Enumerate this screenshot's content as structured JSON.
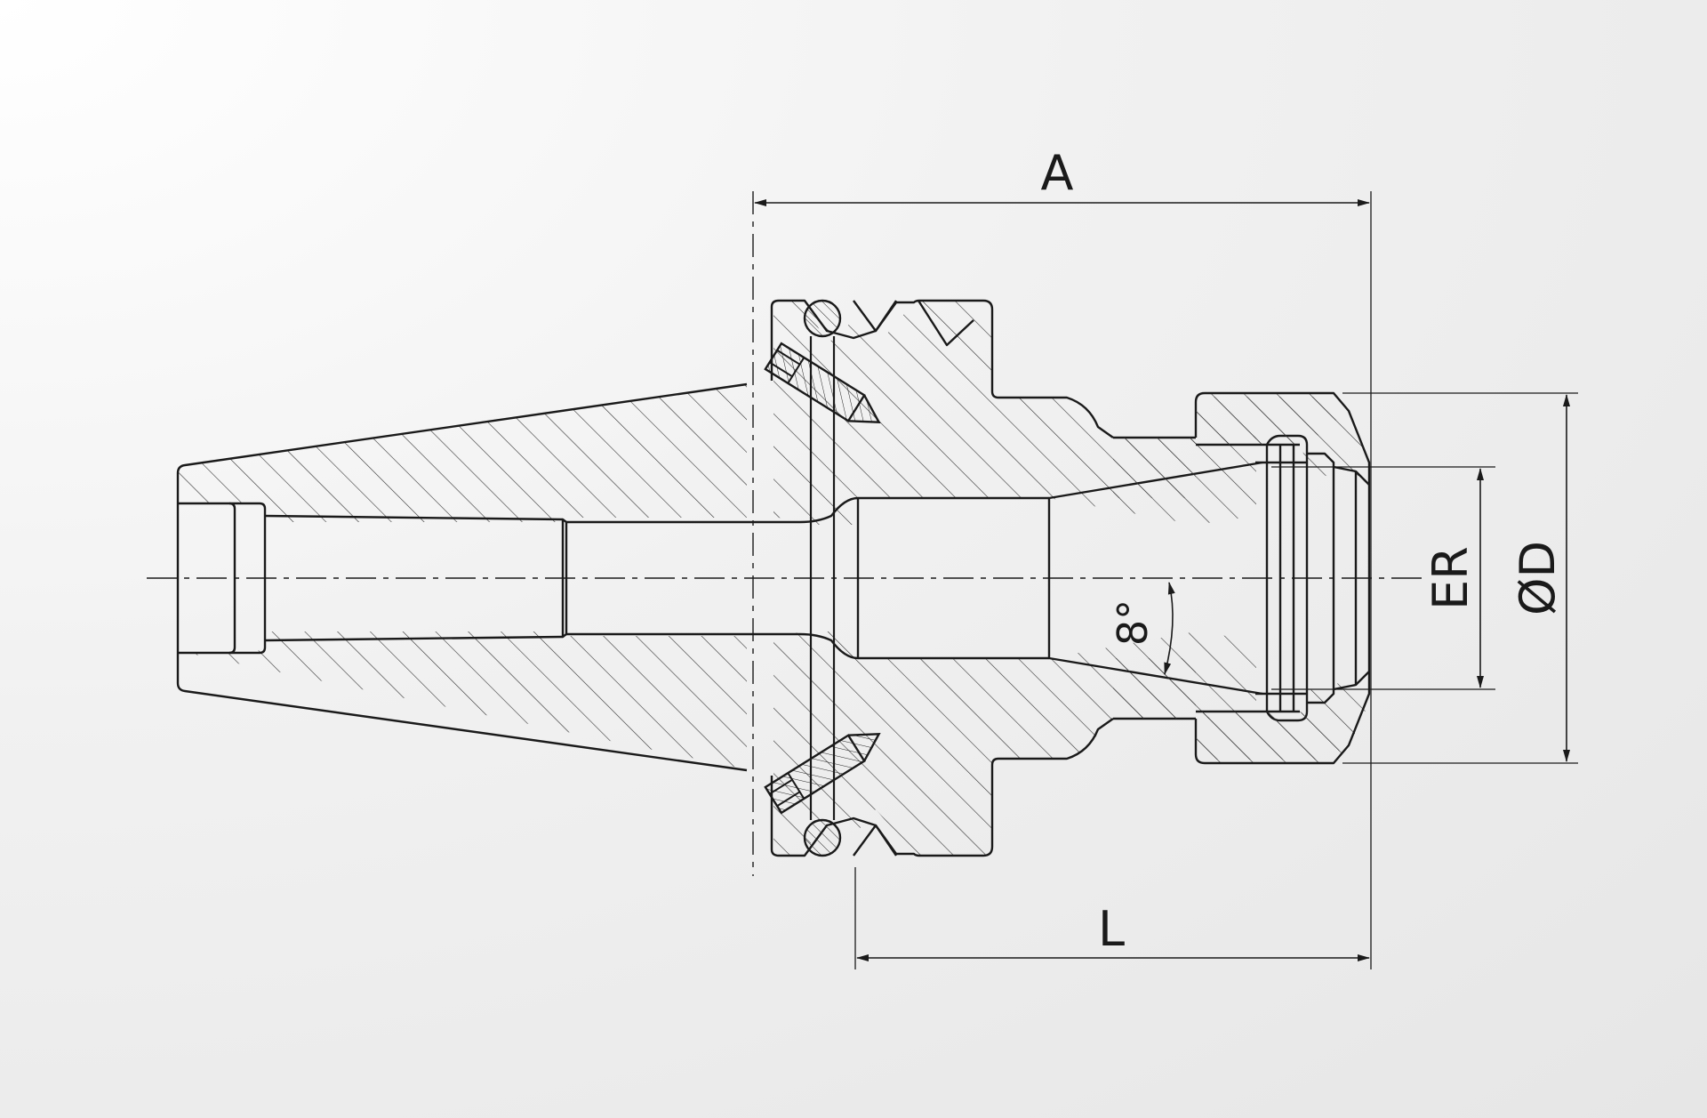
{
  "labels": {
    "dim_a": "A",
    "dim_l": "L",
    "dim_er": "ER",
    "dim_d": "ØD",
    "angle": "8°"
  },
  "colors": {
    "line": "#1a1a1a",
    "background": "#eeeeee"
  }
}
